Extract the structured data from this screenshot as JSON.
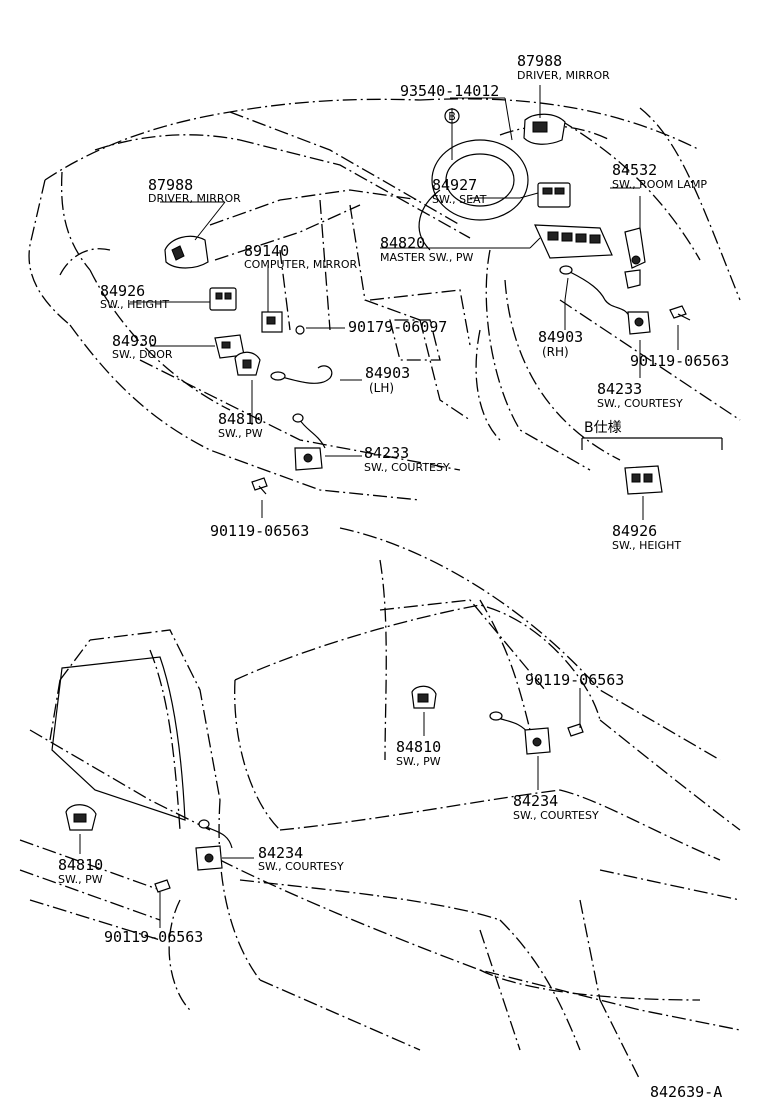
{
  "callouts": [
    {
      "id": "c1",
      "number": "87988",
      "label": "DRIVER, MIRROR"
    },
    {
      "id": "c2",
      "number": "93540-14012",
      "label": ""
    },
    {
      "id": "c3",
      "number": "87988",
      "label": "DRIVER, MIRROR"
    },
    {
      "id": "c4",
      "number": "84927",
      "label": "SW., SEAT"
    },
    {
      "id": "c5",
      "number": "84532",
      "label": "SW., ROOM LAMP"
    },
    {
      "id": "c6",
      "number": "89140",
      "label": "COMPUTER, MIRROR"
    },
    {
      "id": "c7",
      "number": "84820",
      "label": "MASTER SW., PW"
    },
    {
      "id": "c8",
      "number": "84926",
      "label": "SW., HEIGHT"
    },
    {
      "id": "c9",
      "number": "90179-06097",
      "label": ""
    },
    {
      "id": "c10",
      "number": "84930",
      "label": "SW., DOOR"
    },
    {
      "id": "c11",
      "number": "84903",
      "label": "(RH)"
    },
    {
      "id": "c12",
      "number": "84903",
      "label": "(LH)"
    },
    {
      "id": "c13",
      "number": "90119-06563",
      "label": ""
    },
    {
      "id": "c14",
      "number": "84233",
      "label": "SW., COURTESY"
    },
    {
      "id": "c15",
      "number": "84810",
      "label": "SW., PW"
    },
    {
      "id": "c16",
      "number": "84233",
      "label": "SW., COURTESY"
    },
    {
      "id": "c17",
      "number": "90119-06563",
      "label": ""
    },
    {
      "id": "c18",
      "number": "84926",
      "label": "SW., HEIGHT"
    },
    {
      "id": "c19",
      "number": "90119-06563",
      "label": ""
    },
    {
      "id": "c20",
      "number": "84810",
      "label": "SW., PW"
    },
    {
      "id": "c21",
      "number": "84234",
      "label": "SW., COURTESY"
    },
    {
      "id": "c22",
      "number": "84234",
      "label": "SW., COURTESY"
    },
    {
      "id": "c23",
      "number": "84810",
      "label": "SW., PW"
    },
    {
      "id": "c24",
      "number": "90119-06563",
      "label": ""
    }
  ],
  "variant_box": {
    "title": "B仕様"
  },
  "marker": {
    "letter": "B"
  },
  "figure_id": "842639-A"
}
